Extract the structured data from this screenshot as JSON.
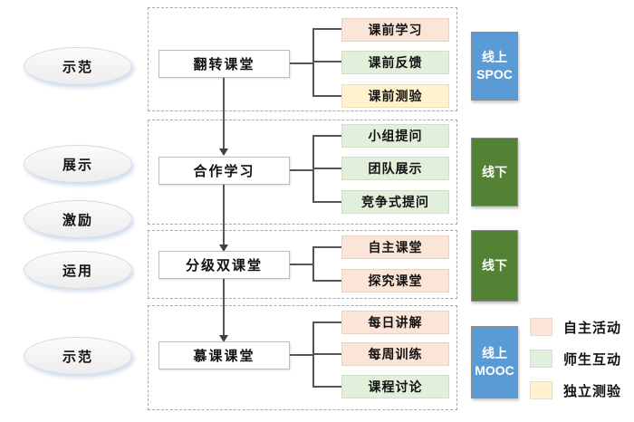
{
  "palette": {
    "self_activity_peach": "#FBE5D6",
    "interaction_green": "#E2EFDA",
    "independent_test_yellow": "#FFF2CC",
    "online_blue": "#5B9BD5",
    "offline_dark_green": "#548235"
  },
  "phases": [
    "示范",
    "展示",
    "激励",
    "运用",
    "示范"
  ],
  "groups": [
    {
      "main": "翻转课堂",
      "children": [
        {
          "label": "课前学习",
          "type": "peach"
        },
        {
          "label": "课前反馈",
          "type": "green"
        },
        {
          "label": "课前测验",
          "type": "yellow"
        }
      ],
      "mode": {
        "line1": "线上",
        "line2": "SPOC",
        "type": "blue"
      }
    },
    {
      "main": "合作学习",
      "children": [
        {
          "label": "小组提问",
          "type": "green"
        },
        {
          "label": "团队展示",
          "type": "green"
        },
        {
          "label": "竞争式提问",
          "type": "green"
        }
      ],
      "mode": {
        "line1": "线下",
        "line2": "",
        "type": "green-dark"
      }
    },
    {
      "main": "分级双课堂",
      "children": [
        {
          "label": "自主课堂",
          "type": "peach"
        },
        {
          "label": "探究课堂",
          "type": "peach"
        }
      ],
      "mode": {
        "line1": "线下",
        "line2": "",
        "type": "green-dark"
      }
    },
    {
      "main": "慕课课堂",
      "children": [
        {
          "label": "每日讲解",
          "type": "peach"
        },
        {
          "label": "每周训练",
          "type": "peach"
        },
        {
          "label": "课程讨论",
          "type": "green"
        }
      ],
      "mode": {
        "line1": "线上",
        "line2": "MOOC",
        "type": "blue"
      }
    }
  ],
  "legend": [
    {
      "label": "自主活动",
      "type": "peach"
    },
    {
      "label": "师生互动",
      "type": "green"
    },
    {
      "label": "独立测验",
      "type": "yellow"
    }
  ]
}
